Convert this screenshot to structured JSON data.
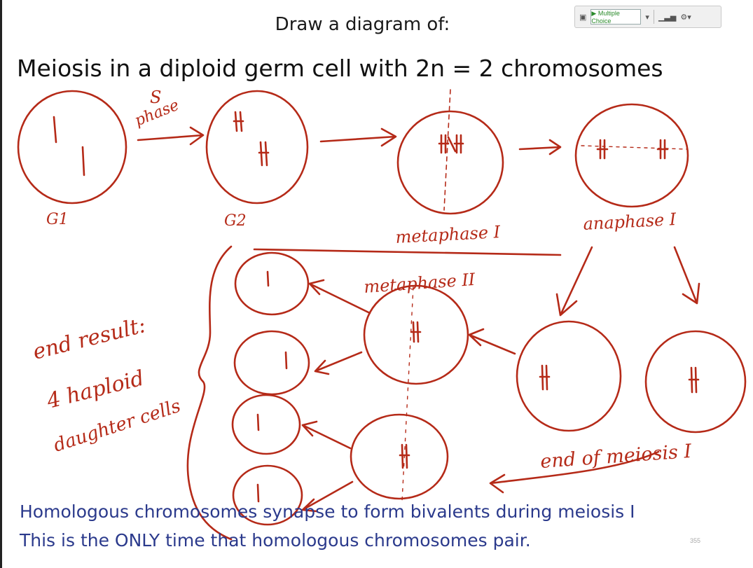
{
  "slide": {
    "subtitle": "Draw a diagram of:",
    "title": "Meiosis in a diploid germ cell with 2n = 2 chromosomes",
    "footer_line1": "Homologous chromosomes synapse to form bivalents during meiosis I",
    "footer_line2": "This is the ONLY time that homologous chromosomes pair.",
    "slide_number": "355"
  },
  "toolbar": {
    "play_label": "▶ Multiple Choice",
    "chart_icon": "bar-chart-icon",
    "gear_icon": "gear-icon"
  },
  "annotations": {
    "s_phase": "S",
    "phase": "phase",
    "g1": "G1",
    "g2": "G2",
    "metaphase1": "metaphase I",
    "anaphase1": "anaphase I",
    "metaphase2": "metaphase II",
    "end_result_1": "end result:",
    "end_result_2": "4 haploid",
    "end_result_3": "daughter cells",
    "end_meiosis1": "end of meiosis I"
  },
  "colors": {
    "ink": "#b52a18",
    "footer_text": "#2b3a8c"
  }
}
